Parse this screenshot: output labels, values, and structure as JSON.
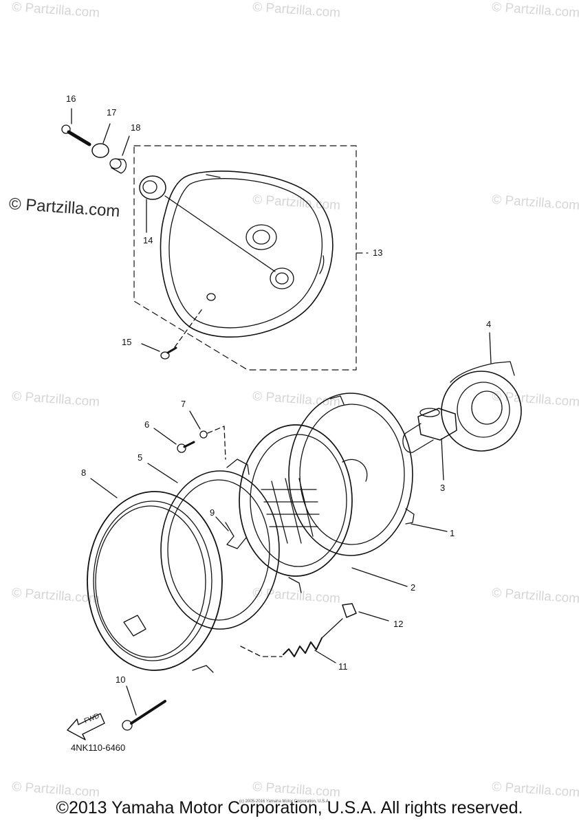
{
  "watermarks": {
    "text": "© Partzilla.com",
    "strong_text": "© Partzilla.com"
  },
  "callouts": {
    "c1": "1",
    "c2": "2",
    "c3": "3",
    "c4": "4",
    "c5": "5",
    "c6": "6",
    "c7": "7",
    "c8": "8",
    "c9": "9",
    "c10": "10",
    "c11": "11",
    "c12": "12",
    "c13": "13",
    "c14": "14",
    "c15": "15",
    "c16": "16",
    "c17": "17",
    "c18": "18"
  },
  "fwd_label": "FWD",
  "diagram_code": "4NK110-6460",
  "fine_print": "(c) 2005-2016 Yamaha Motor Corporation, U.S.A.",
  "copyright": "©2013 Yamaha Motor Corporation, U.S.A. All rights reserved."
}
